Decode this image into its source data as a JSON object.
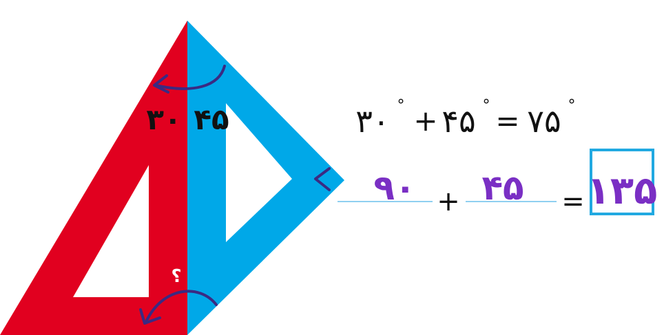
{
  "colors": {
    "red_square": "#e1001f",
    "blue_square": "#00a8e8",
    "arrow": "#3b2a82",
    "handwriting": "#7a2fc4",
    "answer_box": "#21a9e1",
    "rule_line": "#8fd0f0",
    "text": "#111111"
  },
  "labels": {
    "red_angle": "۳۰",
    "blue_angle": "۴۵",
    "unknown_angle": "؟"
  },
  "equation_top": {
    "term1": "۳۰",
    "plus": "+",
    "term2": "۴۵",
    "equals": "=",
    "result": "۷۵",
    "degree": "°"
  },
  "equation_bottom": {
    "term1": "۹۰",
    "plus": "+",
    "term2": "۴۵",
    "equals": "=",
    "answer": "۱۳۵"
  }
}
